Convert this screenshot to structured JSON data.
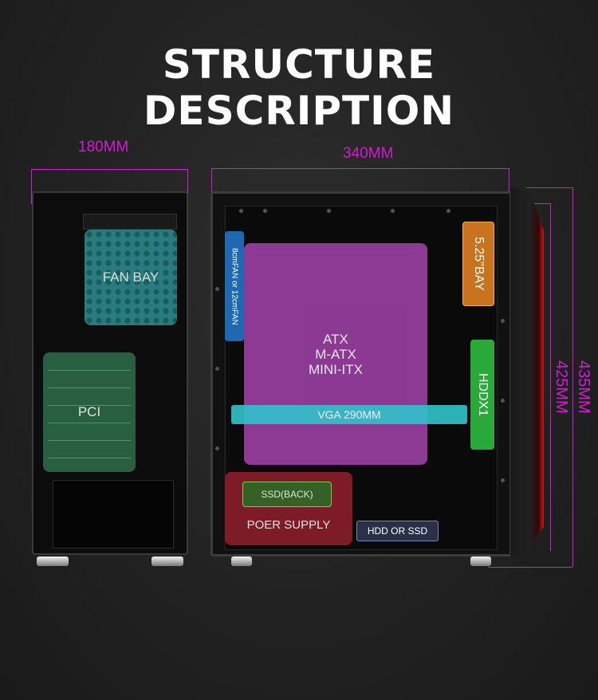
{
  "title": "STRUCTURE DESCRIPTION",
  "dimensions": {
    "width": "180MM",
    "length": "340MM",
    "height_outer": "435MM",
    "height_inner": "425MM"
  },
  "zones": {
    "fan_bay": "FAN BAY",
    "pci": "PCI",
    "motherboard": [
      "ATX",
      "M-ATX",
      "MINI-ITX"
    ],
    "vga": "VGA 290MM",
    "fan_mount": "8cmFAN or 12cmFAN",
    "drive_bay": "5.25\"BAY",
    "hdd": "HDDX1",
    "ssd_back": "SSD(BACK)",
    "power_supply": "POER SUPPLY",
    "hdd_or_ssd": "HDD OR SSD"
  },
  "colors": {
    "dimension_line": "#d11bd4",
    "fan_bay": "#2d8f92",
    "pci": "#2c6b48",
    "motherboard": "#9b3fa4",
    "vga": "#30c3cc",
    "fan_mount": "#1f69b3",
    "drive_bay": "#c7731f",
    "hdd": "#2aa83a",
    "power_supply": "#8d1f2a",
    "front_accent": "#d0141b"
  }
}
